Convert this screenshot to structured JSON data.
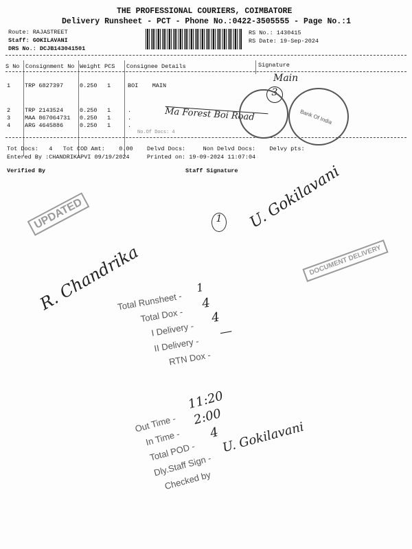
{
  "header": {
    "company": "THE PROFESSIONAL COURIERS, COIMBATORE",
    "subtitle": "Delivery Runsheet - PCT - Phone No.:0422-3505555 - Page No.:1",
    "route": "Route: RAJASTREET",
    "staff": "Staff: GOKILAVANI",
    "drs_no": "DRS No.: DCJB143041501",
    "rs_no": "RS No.: 1430415",
    "rs_date": "RS Date: 19-Sep-2024"
  },
  "table": {
    "headers": [
      "S No",
      "Consignment No",
      "Weight",
      "PCS",
      "Consignee Details",
      "Signature"
    ],
    "rows": [
      {
        "sno": "1",
        "cons": "TRP 6827397",
        "weight": "0.250",
        "pcs": "1",
        "details": "BOI    MAIN"
      },
      {
        "sno": "2",
        "cons": "TRP 2143524",
        "weight": "0.250",
        "pcs": "1",
        "details": "."
      },
      {
        "sno": "3",
        "cons": "MAA 867064731",
        "weight": "0.250",
        "pcs": "1",
        "details": "."
      },
      {
        "sno": "4",
        "cons": "ARG 4645886",
        "weight": "0.250",
        "pcs": "1",
        "details": "."
      }
    ],
    "no_docs": "No.Of Docs: 4"
  },
  "summary": {
    "line1": "Tot Docs:   4   Tot COD Amt:    0.00    Delvd Docs:     Non Delvd Docs:    Delvy pts:",
    "line2": "Entered By :CHANDRIKAPVI 09/19/2024     Printed on: 19-09-2024 11:07:04",
    "verified": "Verified By",
    "staff_sig": "Staff Signature"
  },
  "stamps": {
    "document_delivery": "DOCUMENT DELIVERY",
    "updated": "UPDATED",
    "bank": "Bank Of India"
  },
  "handwriting": {
    "main": "Main",
    "num3": "3",
    "receiver": "Ma Forest Boi Road",
    "circled1": "1",
    "gokilavani": "U. Gokilavani",
    "chandrika": "R. Chandrika",
    "total_runsheet_v": "1",
    "total_dox_v": "4",
    "i_delivery_v": "4",
    "ii_delivery_v": "—",
    "out_time_v": "11:20",
    "in_time_v": "2:00",
    "total_pod_v": "4",
    "staff_sign_v": "U. Gokilavani"
  },
  "checklist": {
    "total_runsheet": "Total Runsheet -",
    "total_dox": "Total Dox -",
    "i_delivery": "I Delivery -",
    "ii_delivery": "II Delivery -",
    "rtn_dox": "RTN Dox -",
    "out_time": "Out Time -",
    "in_time": "In Time -",
    "total_pod": "Total POD -",
    "staff_sign": "Dly.Staff Sign -",
    "checked_by": "Checked by"
  }
}
